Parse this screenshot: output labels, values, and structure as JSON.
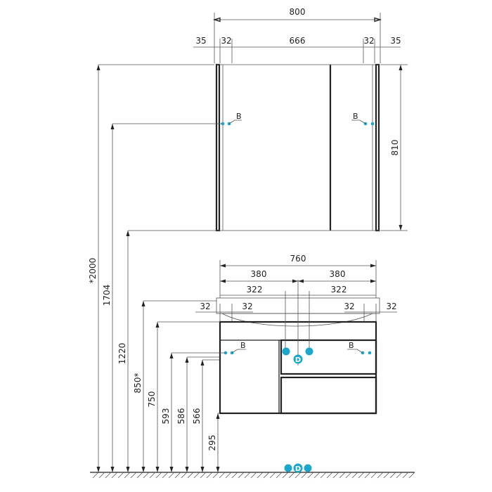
{
  "dimensions": {
    "mirror_width": "800",
    "mirror_left_side": "35",
    "mirror_left_post": "32",
    "mirror_door": "666",
    "mirror_right_post": "32",
    "mirror_right_side": "35",
    "mirror_height": "810",
    "height_total": "*2000",
    "height_1704": "1704",
    "height_1220": "1220",
    "height_850": "850*",
    "height_750": "750",
    "height_593": "593",
    "height_586": "586",
    "height_566": "566",
    "height_295": "295",
    "vanity_width": "760",
    "vanity_left_half": "380",
    "vanity_right_half": "380",
    "vanity_left_322": "322",
    "vanity_right_322": "322",
    "vanity_left_32a": "32",
    "vanity_left_32b": "32",
    "vanity_right_32a": "32",
    "vanity_right_32b": "32"
  },
  "labels": {
    "b_mirror_left": "B",
    "b_mirror_right": "B",
    "b_vanity_left": "B",
    "b_vanity_right": "B",
    "d_vanity": "D",
    "d_floor": "D"
  },
  "colors": {
    "connection_point": "#1aa7c9",
    "line": "#222222"
  }
}
